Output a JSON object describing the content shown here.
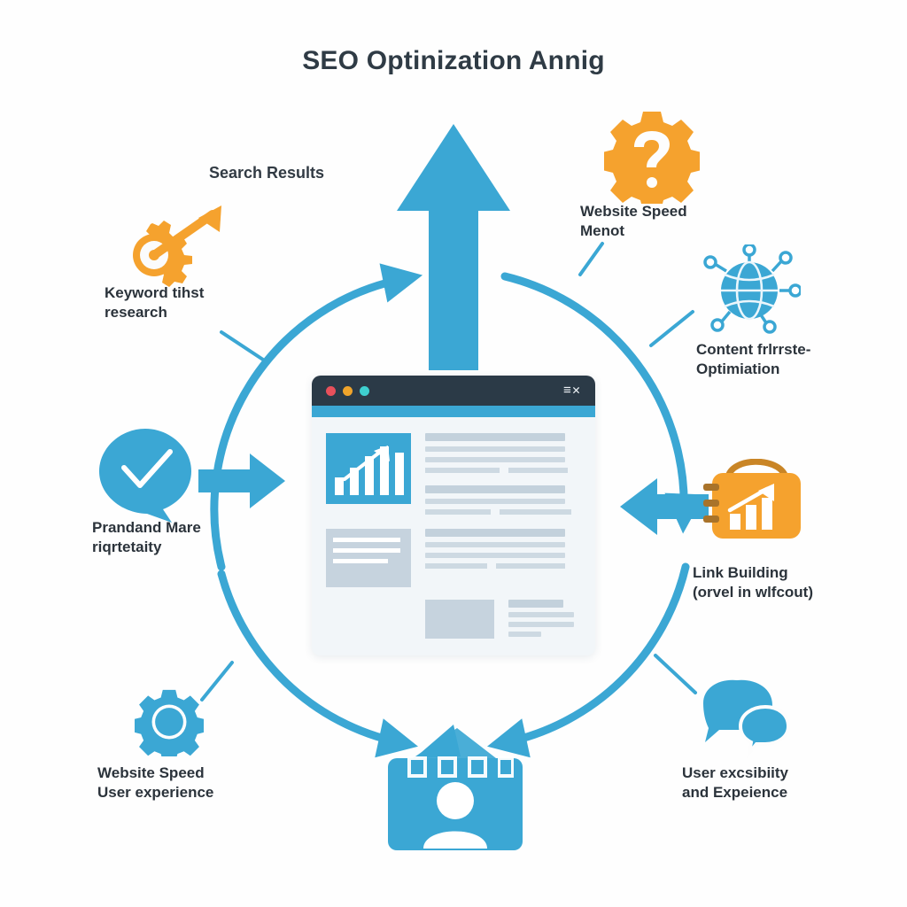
{
  "title": "SEO Optinization Annig",
  "colors": {
    "blue": "#3ba7d4",
    "blue_dark": "#2b3a47",
    "orange": "#f5a22e",
    "text": "#2b333b",
    "background": "#fefefe",
    "placeholder": "#cdd9e2"
  },
  "center": {
    "browser": {
      "name": "website-browser-mockup",
      "window_glyphs": "≡✕",
      "traffic_lights": [
        "red",
        "amber",
        "teal"
      ]
    },
    "storefront": {
      "label": "storefront-customer-icon"
    },
    "up_arrow": {
      "label": "growth-up-arrow"
    }
  },
  "nodes": [
    {
      "id": "search-results",
      "label": "Search Results",
      "icon": "gear-arrow-icon",
      "icon_color": "#f5a22e",
      "position": "top-left"
    },
    {
      "id": "keyword-research",
      "label": "Keyword tihst\nresearch",
      "icon": "gear-arrow-icon",
      "icon_color": "#f5a22e",
      "position": "left-top"
    },
    {
      "id": "website-speed-menot",
      "label": "Website Speed\nMenot",
      "icon": "gear-question-icon",
      "icon_color": "#f5a22e",
      "position": "top-right"
    },
    {
      "id": "content-optimization",
      "label": "Content frlrrste-\nOptimiation",
      "icon": "globe-network-icon",
      "icon_color": "#3ba7d4",
      "position": "right-top"
    },
    {
      "id": "link-building",
      "label": "Link Building\n(orvel in wlfcout)",
      "icon": "chart-briefcase-icon",
      "icon_color": "#f5a22e",
      "position": "right"
    },
    {
      "id": "user-accessibility",
      "label": "User excsibiity\nand Expeience",
      "icon": "speech-bubbles-icon",
      "icon_color": "#3ba7d4",
      "position": "bottom-right"
    },
    {
      "id": "website-speed-ux",
      "label": "Website Speed\nUser experience",
      "icon": "gear-icon",
      "icon_color": "#3ba7d4",
      "position": "bottom-left"
    },
    {
      "id": "brand-quality",
      "label": "Prandand Mare\nriqrtetaity",
      "icon": "check-speech-bubble-icon",
      "icon_color": "#3ba7d4",
      "position": "left"
    }
  ]
}
